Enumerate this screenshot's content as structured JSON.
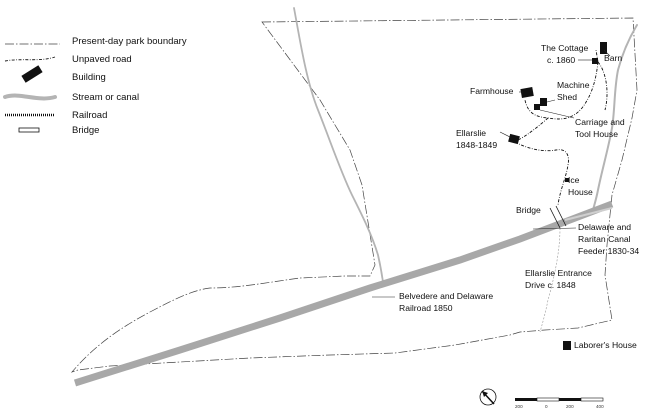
{
  "legend": {
    "items": [
      {
        "key": "park-boundary",
        "label": "Present-day park boundary"
      },
      {
        "key": "unpaved-road",
        "label": "Unpaved road"
      },
      {
        "key": "building",
        "label": "Building"
      },
      {
        "key": "stream",
        "label": "Stream or canal"
      },
      {
        "key": "railroad",
        "label": "Railroad"
      },
      {
        "key": "bridge",
        "label": "Bridge"
      }
    ]
  },
  "labels": {
    "cottage_1": "The Cottage",
    "cottage_2": "c. 1860",
    "barn": "Barn",
    "farmhouse": "Farmhouse",
    "machine_shed_1": "Machine",
    "machine_shed_2": "Shed",
    "carriage_1": "Carriage and",
    "carriage_2": "Tool House",
    "ellarslie_1": "Ellarslie",
    "ellarslie_2": "1848-1849",
    "ice_house_1": "Ice",
    "ice_house_2": "House",
    "bridge": "Bridge",
    "canal_1": "Delaware and",
    "canal_2": "Raritan Canal",
    "canal_3": "Feeder 1830-34",
    "drive_1": "Ellarslie Entrance",
    "drive_2": "Drive  c. 1848",
    "railroad_1": "Belvedere and Delaware",
    "railroad_2": "Railroad 1850",
    "laborers_house": "Laborer's House"
  },
  "scale_bar": {
    "ticks": [
      "200",
      "0",
      "200",
      "400"
    ]
  },
  "colors": {
    "ink": "#111111",
    "stream": "#b4b4b4",
    "boundary": "#444444"
  }
}
